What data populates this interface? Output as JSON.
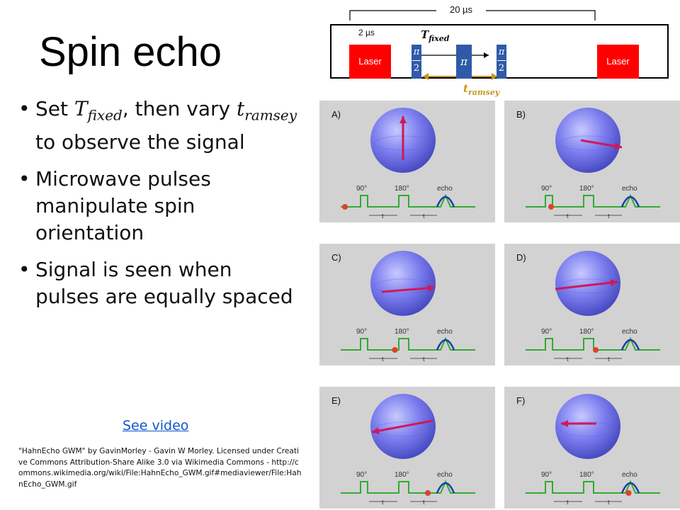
{
  "slide": {
    "title": "Spin echo",
    "bullets": [
      {
        "pre": "Set ",
        "math1": "T",
        "sub1": "fixed",
        "mid": ", then vary ",
        "math2": "t",
        "sub2": "ramsey",
        "post": " to observe the signal"
      },
      {
        "text": "Microwave pulses manipulate spin orientation"
      },
      {
        "text": "Signal is seen when pulses are equally spaced"
      }
    ],
    "video_link": "See video",
    "credit": "\"HahnEcho GWM\" by GavinMorley - Gavin W Morley. Licensed under Creative Commons Attribution-Share Alike 3.0 via Wikimedia Commons - http://commons.wikimedia.org/wiki/File:HahnEcho_GWM.gif#mediaviewer/File:HahnEcho_GWM.gif"
  },
  "diagram": {
    "total_label": "20 µs",
    "laser_duration_label": "2 µs",
    "laser_label": "Laser",
    "t_fixed": {
      "symbol": "T",
      "sub": "fixed"
    },
    "t_ramsey": {
      "symbol": "t",
      "sub": "ramsey"
    },
    "pulse_half": {
      "num": "π",
      "den": "2"
    },
    "pulse_pi": "π",
    "colors": {
      "laser": "#ff0000",
      "pulse": "#2e5aa8",
      "ramsey_arrow": "#c8961e",
      "sphere": "#7b7dee",
      "arrow": "#d0185a",
      "trace": "#33aa33"
    }
  },
  "panels": [
    {
      "label": "A)"
    },
    {
      "label": "B)"
    },
    {
      "label": "C)"
    },
    {
      "label": "D)"
    },
    {
      "label": "E)"
    },
    {
      "label": "F)"
    }
  ],
  "sequence_labels": {
    "p90": "90°",
    "p180": "180°",
    "echo": "echo",
    "t": "t"
  }
}
